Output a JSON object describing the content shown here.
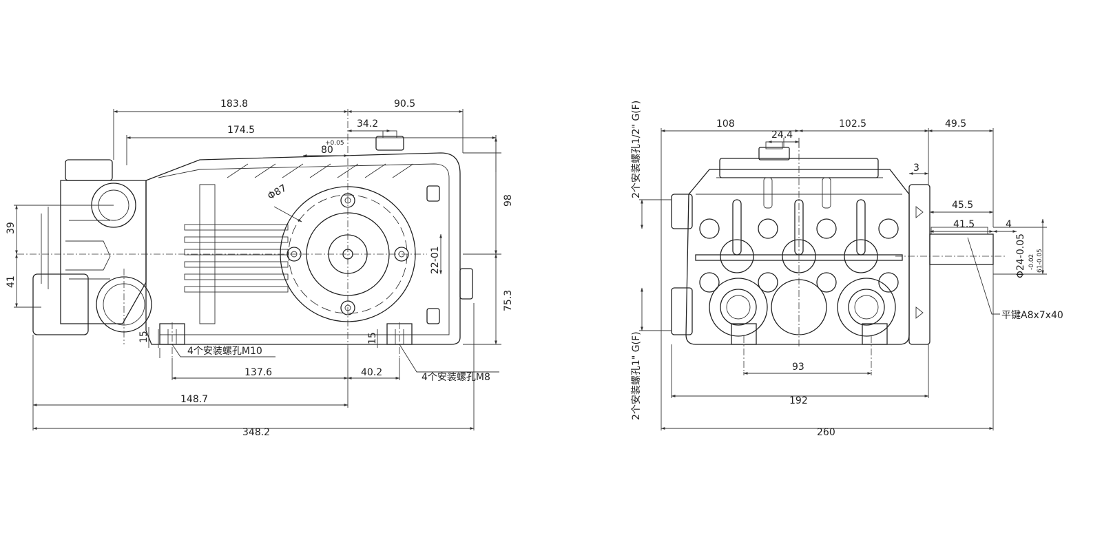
{
  "side_view": {
    "dims": {
      "d183_8": "183.8",
      "d90_5": "90.5",
      "d174_5": "174.5",
      "d34_2": "34.2",
      "tol_plus": "+0.05",
      "d80": "80",
      "d87": "Φ87",
      "d98": "98",
      "d39": "39",
      "d41": "41",
      "d22": "22-01",
      "d75_3": "75.3",
      "d15a": "15",
      "d15b": "15",
      "d137_6": "137.6",
      "d40_2": "40.2",
      "d148_7": "148.7",
      "d348_2": "348.2"
    },
    "notes": {
      "m10": "4个安装螺孔M10",
      "m8": "4个安装螺孔M8"
    }
  },
  "front_view": {
    "dims": {
      "d108": "108",
      "d24_4": "24.4",
      "d102_5": "102.5",
      "d49_5": "49.5",
      "d3": "3",
      "d45_5": "45.5",
      "d41_5": "41.5",
      "d4": "4",
      "d24": "Φ24-0.05",
      "tol_a": "-0.02",
      "tol_b": "61-0.05",
      "d93": "93",
      "d192": "192",
      "d260": "260"
    },
    "notes": {
      "top_port": "2个安装螺孔1/2\" G(F)",
      "bottom_port": "2个安装螺孔1\" G(F)",
      "key": "平键A8x7x40"
    }
  }
}
